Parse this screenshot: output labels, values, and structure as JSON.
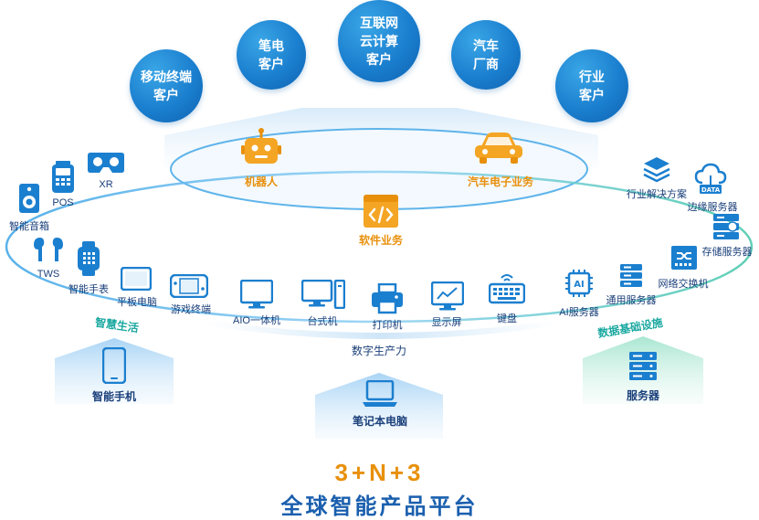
{
  "customers": [
    {
      "label": "移动终端\n客户"
    },
    {
      "label": "笔电\n客户"
    },
    {
      "label": "互联网\n云计算\n客户"
    },
    {
      "label": "汽车\n厂商"
    },
    {
      "label": "行业\n客户"
    }
  ],
  "core": {
    "robot": "机器人",
    "auto": "汽车电子业务",
    "software": "软件业务"
  },
  "smart_life": {
    "section": "智慧生活",
    "items": [
      "智能音箱",
      "POS",
      "XR",
      "TWS",
      "智能手表",
      "平板电脑",
      "游戏终端"
    ],
    "pedestal": "智能手机"
  },
  "digital_productivity": {
    "section": "数字生产力",
    "items": [
      "AIO一体机",
      "台式机",
      "打印机",
      "显示屏",
      "键盘"
    ],
    "pedestal": "笔记本电脑"
  },
  "data_infra": {
    "section": "数据基础设施",
    "items": [
      "行业解决方案",
      "边缘服务器",
      "存储服务器",
      "网络交换机",
      "通用服务器",
      "AI服务器"
    ],
    "pedestal": "服务器",
    "badge_data": "DATA",
    "badge_ai": "AI"
  },
  "footer": {
    "formula": "3+N+3",
    "title": "全球智能产品平台"
  },
  "colors": {
    "blue": "#1b7fcf",
    "dark_blue": "#1a3f7a",
    "orange": "#e8900c",
    "teal": "#1aa8a0"
  }
}
